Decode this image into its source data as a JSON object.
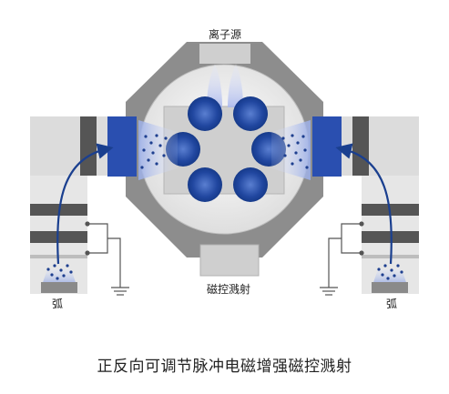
{
  "labels": {
    "ion_source": "离子源",
    "magnetron_sputtering": "磁控溅射",
    "arc_left": "弧",
    "arc_right": "弧"
  },
  "caption": "正反向可调节脉冲电磁增强磁控溅射",
  "colors": {
    "chamber_octagon": "#8d8d8d",
    "chamber_inner": "#f2f2f2",
    "target_blue": "#1e4fa8",
    "cathode_blue": "#2a4fb0",
    "panel_gray": "#dcdcdc",
    "dark_band": "#555555",
    "arc_line": "#1a3f8f"
  }
}
